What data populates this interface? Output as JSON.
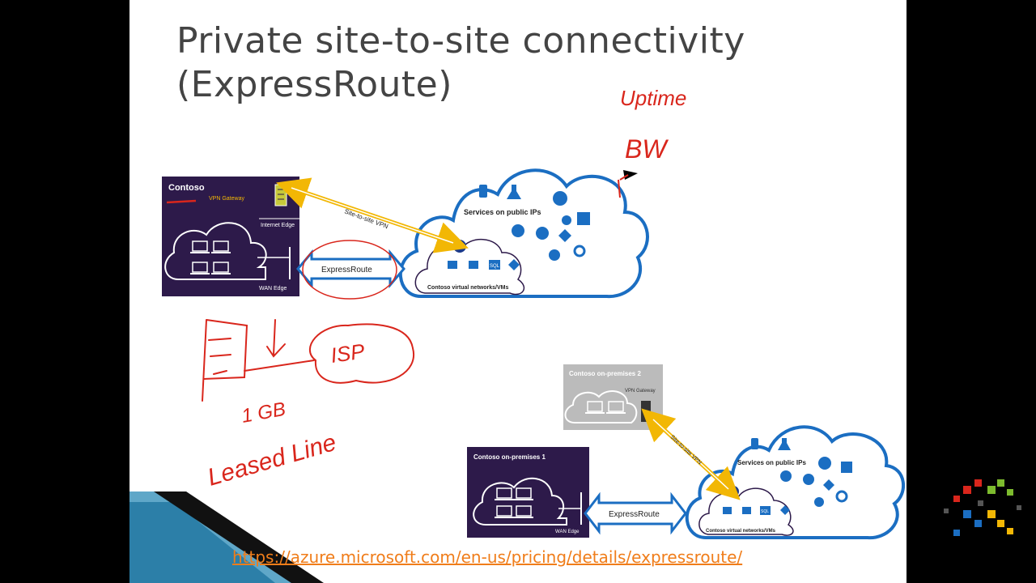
{
  "slide": {
    "title_line1": "Private site-to-site connectivity",
    "title_line2": "(ExpressRoute)",
    "link": "https://azure.microsoft.com/en-us/pricing/details/expressroute/"
  },
  "diagram_top": {
    "contoso": "Contoso",
    "vpn_gateway": "VPN Gateway",
    "internet_edge": "Internet Edge",
    "wan_edge": "WAN Edge",
    "site_to_site": "Site-to-site VPN",
    "expressroute": "ExpressRoute",
    "services": "Services on public IPs",
    "vnet": "Contoso virtual networks/VMs",
    "sql": "SQL"
  },
  "diagram_bottom": {
    "onprem2": "Contoso on-premises 2",
    "vpn_gateway": "VPN Gateway",
    "onprem1": "Contoso on-premises 1",
    "wan_edge": "WAN Edge",
    "site_to_site": "Site-to-site VPN",
    "expressroute": "ExpressRoute",
    "services": "Services on public IPs",
    "vnet": "Contoso virtual networks/VMs",
    "sql": "SQL"
  },
  "handwriting": {
    "uptime": "Uptime",
    "bw": "BW",
    "isp": "ISP",
    "speed": "1 GB",
    "leased_line": "Leased Line"
  },
  "colors": {
    "accent_blue": "#1b6ec2",
    "panel_purple": "#2d1a4a",
    "arrow_yellow": "#f2b705",
    "ink_red": "#d9261c",
    "link_orange": "#f07d1a"
  }
}
